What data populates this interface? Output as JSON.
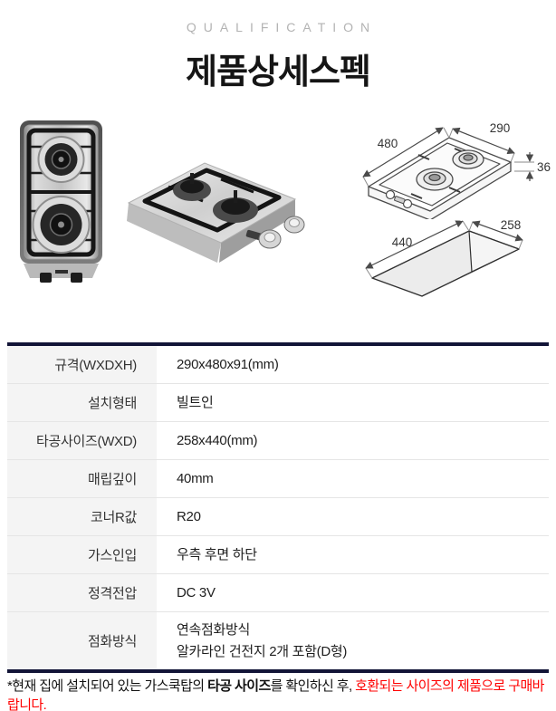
{
  "header": {
    "eyebrow": "QUALIFICATION",
    "title": "제품상세스펙"
  },
  "diagrams": {
    "body_width": "480",
    "body_depth": "290",
    "body_height": "36",
    "cutout_width": "440",
    "cutout_depth": "258"
  },
  "spec_table": {
    "rows": [
      {
        "label": "규격(WXDXH)",
        "value": "290x480x91(mm)"
      },
      {
        "label": "설치형태",
        "value": "빌트인"
      },
      {
        "label": "타공사이즈(WXD)",
        "value": "258x440(mm)"
      },
      {
        "label": "매립깊이",
        "value": "40mm"
      },
      {
        "label": "코너R값",
        "value": "R20"
      },
      {
        "label": "가스인입",
        "value": "우측 후면 하단"
      },
      {
        "label": "정격전압",
        "value": "DC 3V"
      },
      {
        "label": "점화방식",
        "value": "연속점화방식",
        "value_line2": "알카라인 건전지 2개 포함(D형)"
      }
    ]
  },
  "footnote": {
    "part1": "*현재 집에 설치되어 있는 가스쿡탑의 ",
    "bold": "타공 사이즈",
    "part2": "를 확인하신 후, ",
    "red": "호환되는 사이즈의 제품으로 구매바랍니다."
  },
  "colors": {
    "accent_navy": "#121437",
    "accent_red": "#ff0000",
    "label_bg": "#f4f4f4",
    "row_divider": "#e5e5e5",
    "eyebrow_gray": "#b3b3b3"
  }
}
